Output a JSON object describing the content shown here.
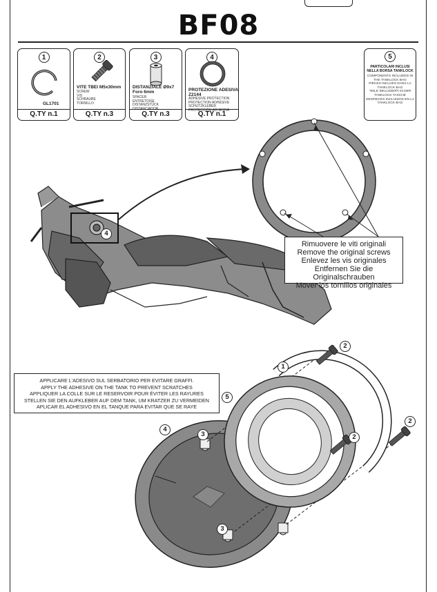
{
  "title": "BF08",
  "parts": [
    {
      "number": "1",
      "name": "",
      "code": "GL1701",
      "descriptions": "",
      "qty": "Q.TY n.1",
      "icon": "snap-ring-icon"
    },
    {
      "number": "2",
      "name": "VITE TBEI M5x30mm",
      "code": "",
      "descriptions": "SCREW\nVIS\nSCHRAUBE\nTORNILLO",
      "qty": "Q.TY n.3",
      "icon": "screw-icon"
    },
    {
      "number": "3",
      "name": "DISTANZIALE Ø9x7\nForo 6mm",
      "code": "",
      "descriptions": "SPACER\nENTRETOISE\nDISTANZSTÜCK\nDISTANCIADOR",
      "qty": "Q.TY n.3",
      "icon": "spacer-icon"
    },
    {
      "number": "4",
      "name": "PROTEZIONE ADESIVA\nZ2144",
      "code": "",
      "descriptions": "ADHESIVE PROTECTION\nPROTECTION ADHÉSIVE\nSCHUTZKLEBER\nPROTECCIÓN ADHESIVA",
      "qty": "Q.TY n.1",
      "icon": "adhesive-ring-icon"
    }
  ],
  "included": {
    "number": "5",
    "heading": "PARTICOLARI INCLUSI\nNELLA BORSA TANKLOCK",
    "lines": "COMPONENTS INCLUDED IN\nTHE TANKLOCK BAG\nPIÈCES INCLUES DANS LA\nTANKLOCK BAG\nTEILE INKLUDIERT IN DER\nTANKLOCK TASCHE\nDESPIECES INCLUIDOS EN LA\nTANKLOCK BAG"
  },
  "remove_screws": [
    "Rimuovere le viti originali",
    "Remove the original screws",
    "Enlevez  les vis originales",
    "Entfernen Sie die Originalschrauben",
    "Mover los tornillos originales"
  ],
  "adhesive_note": [
    "APPLICARE L'ADESIVO SUL SERBATORIO PER EVITARE GRAFFI.",
    "APPLY THE ADHESIVE ON THE TANK TO PREVENT SCRATCHES",
    "APPLIQUER LA COLLE SUR LE RESERVOIR POUR ÉVITER LES RAYURES",
    "STELLEN SIE DEN AUFKLEBER AUF DEM TANK, UM KRATZER ZU VERMEIDEN",
    "APLICAR EL ADHESIVO EN EL TANQUE PARA EVITAR QUE SE RAYE"
  ],
  "callouts": {
    "moto_ring": "4",
    "ring": "1",
    "screw_top": "2",
    "screw_mid": "2",
    "screw_right": "2",
    "flange": "5",
    "adhesive": "4",
    "spacer_top": "3",
    "spacer_bottom": "3"
  },
  "colors": {
    "line": "#222222",
    "gasket": "#8a8a8a",
    "tank": "#6e6e6e",
    "paper": "#ffffff"
  }
}
